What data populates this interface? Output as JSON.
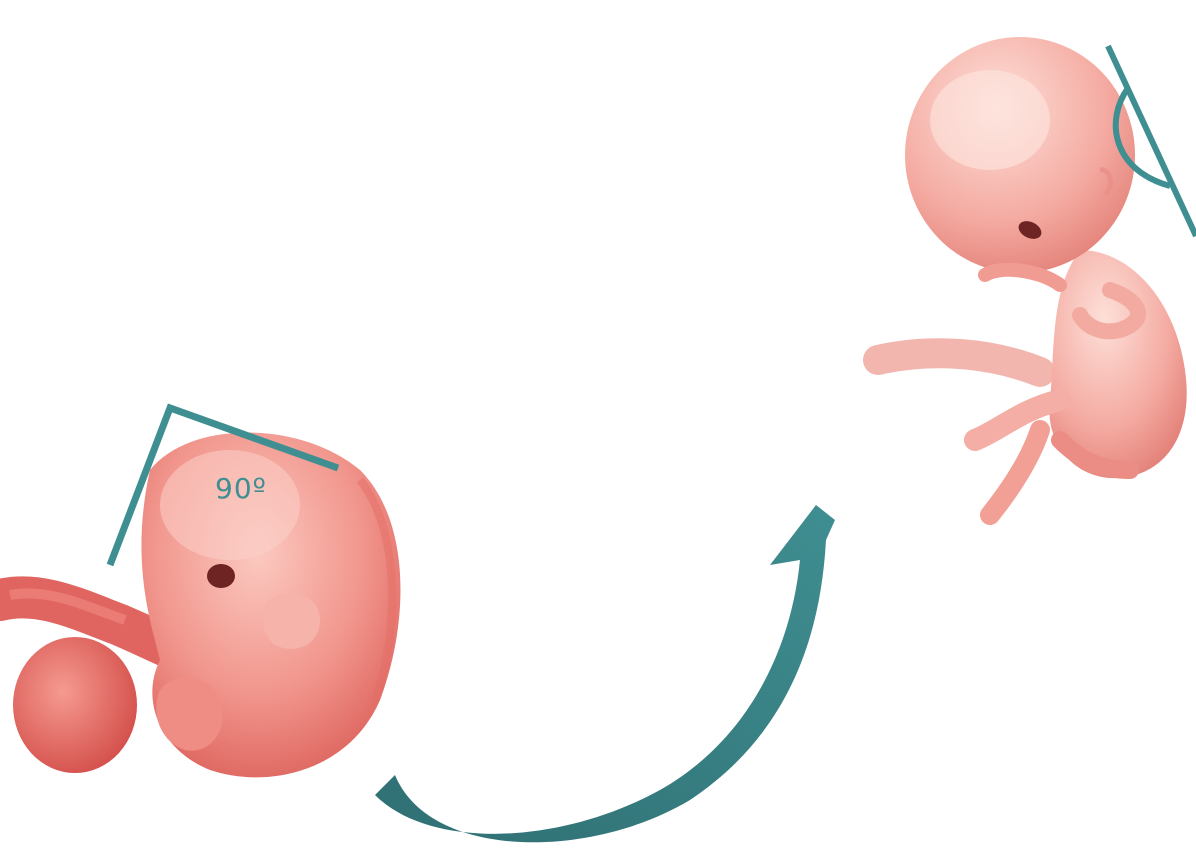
{
  "diagram": {
    "early_angle_label": "90º",
    "colors": {
      "accent": "#3f8e91",
      "accent_dark": "#2f6f73",
      "skin_light": "#f7b7ae",
      "skin_mid": "#ef9088",
      "skin_dark": "#d8554f",
      "eye": "#6e2422"
    },
    "elements": [
      "early-embryo-figure",
      "right-angle-marker",
      "transition-arrow",
      "later-fetus-figure",
      "obtuse-angle-marker"
    ]
  }
}
